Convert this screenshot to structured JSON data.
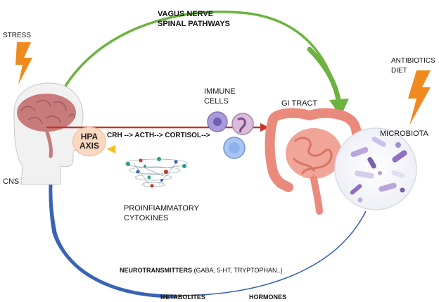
{
  "labels": {
    "stress": "STRESS",
    "cns": "CNS",
    "vagus_line1": "VAGUS NERVE",
    "vagus_line2": "SPINAL PATHWAYS",
    "immune_line1": "IMMUNE",
    "immune_line2": "CELLS",
    "gi_tract": "GI TRACT",
    "antibiotics": "ANTIBIOTICS",
    "diet": "DIET",
    "microbiota": "MICROBIOTA",
    "hpa_line1": "HPA",
    "hpa_line2": "AXIS",
    "crh_chain": "CRH --> ACTH--> CORTISOL-->",
    "cytokines_line1": "PROINFIAMMATORY",
    "cytokines_line2": "CYTOKINES",
    "neurotransmitters": "NEUROTRANSMITTERS",
    "neurotransmitters_detail": " (GABA, 5-HT, TRYPTOPHAN..)",
    "metabolites": "METABOLITES",
    "hormones": "HORMONES"
  },
  "colors": {
    "vagus_arrow": "#6cb33f",
    "neuro_arrow": "#3a63b4",
    "red_arrow": "#c9342c",
    "orange_arrow": "#f08a24",
    "yellow_arrow": "#f3c21a",
    "lightning": "#ef8a1f",
    "gut": "#e98a7c",
    "brain": "#c77b7b",
    "hpa_fill": "#fbd9c0"
  },
  "icons": [
    "lightning-bolt-icon",
    "brain-icon",
    "gut-icon",
    "microbiota-icon",
    "immune-cell-icon",
    "cytokine-network-icon"
  ]
}
